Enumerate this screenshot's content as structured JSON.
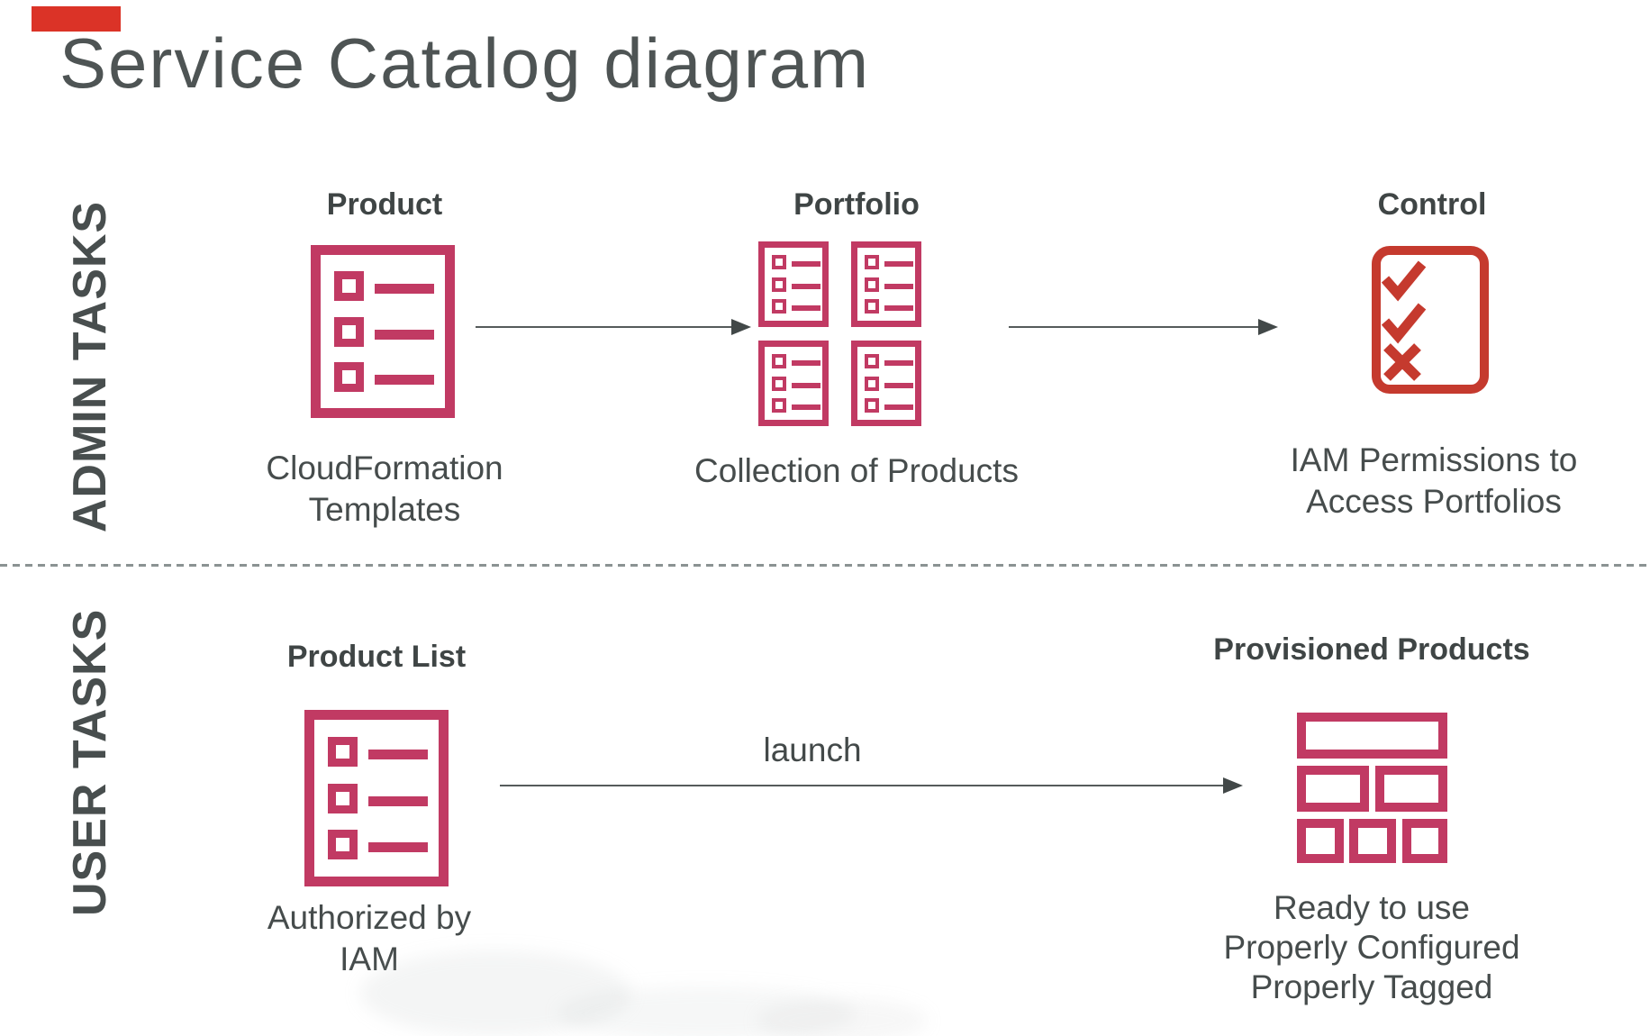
{
  "title": "Service Catalog diagram",
  "colors": {
    "crimson_icon": "#C13A63",
    "red_icon": "#C53A2E",
    "dark_text": "#464C4C",
    "arrow_gray": "#555B5B",
    "accent_red": "#DB3327"
  },
  "icons": {
    "product": "list-document-icon",
    "portfolio": "portfolio-collection-icon",
    "control": "checklist-icon",
    "product_list": "list-document-icon",
    "provisioned": "brick-layout-icon",
    "flow": "arrow-right-icon"
  },
  "rows": {
    "admin": {
      "label": "ADMIN TASKS",
      "steps": {
        "product": {
          "heading": "Product",
          "caption": "CloudFormation\nTemplates"
        },
        "portfolio": {
          "heading": "Portfolio",
          "caption": "Collection of Products"
        },
        "control": {
          "heading": "Control",
          "caption": "IAM Permissions to\nAccess Portfolios"
        }
      }
    },
    "user": {
      "label": "USER TASKS",
      "arrow_label": "launch",
      "steps": {
        "product_list": {
          "heading": "Product List",
          "caption": "Authorized by IAM"
        },
        "provisioned": {
          "heading": "Provisioned Products",
          "caption": "Ready to use\nProperly Configured\nProperly Tagged"
        }
      }
    }
  }
}
